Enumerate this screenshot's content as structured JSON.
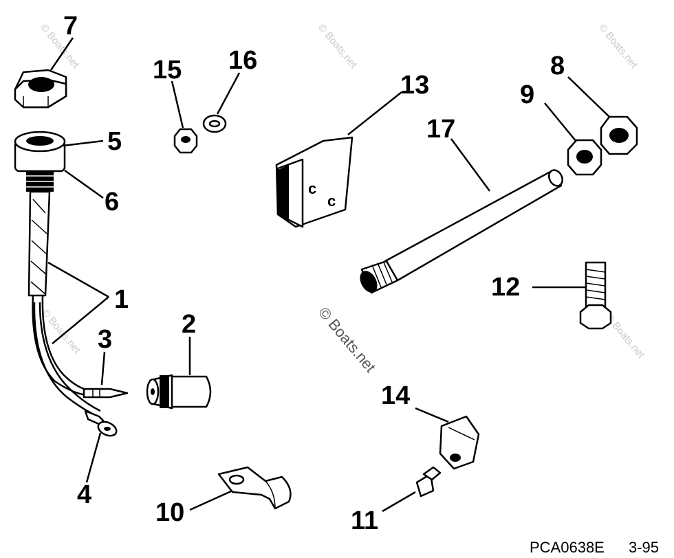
{
  "callouts": [
    {
      "id": "1",
      "label": "1"
    },
    {
      "id": "2",
      "label": "2"
    },
    {
      "id": "3",
      "label": "3"
    },
    {
      "id": "4",
      "label": "4"
    },
    {
      "id": "5",
      "label": "5"
    },
    {
      "id": "6",
      "label": "6"
    },
    {
      "id": "7",
      "label": "7"
    },
    {
      "id": "8",
      "label": "8"
    },
    {
      "id": "9",
      "label": "9"
    },
    {
      "id": "10",
      "label": "10"
    },
    {
      "id": "11",
      "label": "11"
    },
    {
      "id": "12",
      "label": "12"
    },
    {
      "id": "13",
      "label": "13"
    },
    {
      "id": "14",
      "label": "14"
    },
    {
      "id": "15",
      "label": "15"
    },
    {
      "id": "16",
      "label": "16"
    },
    {
      "id": "17",
      "label": "17"
    }
  ],
  "footer": {
    "part_code": "PCA0638E",
    "page_ref": "3-95"
  },
  "watermark": {
    "text": "© Boats.net"
  },
  "colors": {
    "ink": "#000000",
    "background": "#ffffff",
    "watermark": "#c9c9c9"
  }
}
